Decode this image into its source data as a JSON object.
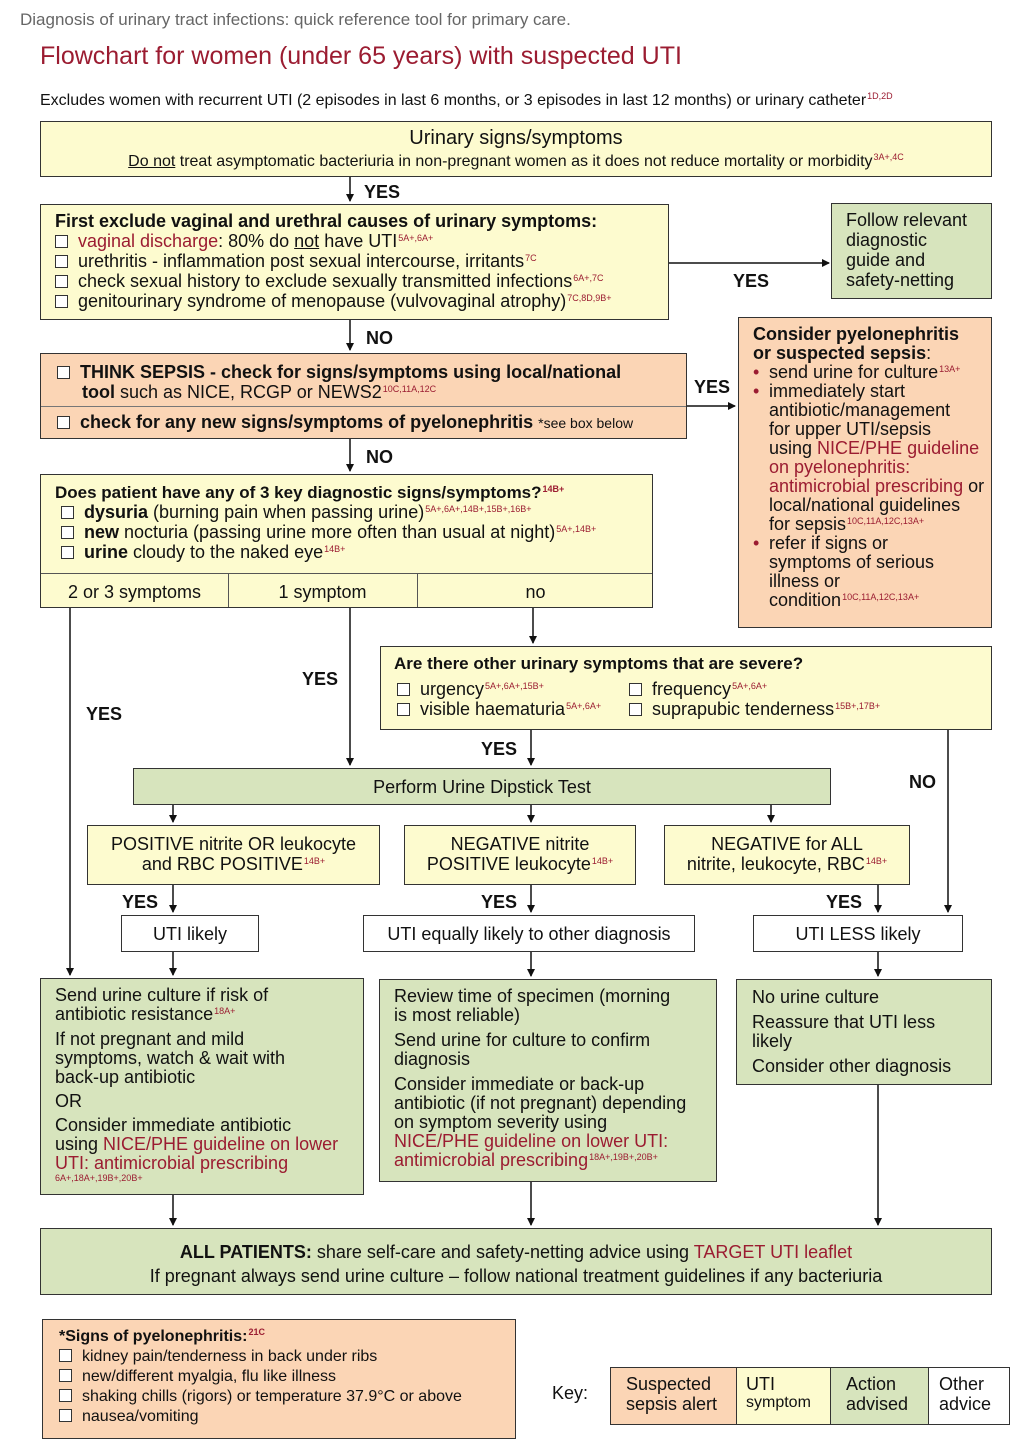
{
  "header": {
    "doc_title": "Diagnosis of urinary tract infections: quick reference tool for primary care.",
    "main_title": "Flowchart for women (under 65 years) with suspected UTI",
    "excludes_note": "Excludes women with recurrent UTI (2 episodes in last 6 months, or 3 episodes in last 12 months) or urinary catheter",
    "excludes_ref": "1D,2D"
  },
  "urinary_box": {
    "title": "Urinary signs/symptoms",
    "do_not": "Do not",
    "rest": " treat asymptomatic bacteriuria in non-pregnant women as it does not reduce mortality or morbidity",
    "ref": "3A+,4C"
  },
  "exclude_box": {
    "title": "First exclude vaginal and urethral causes of urinary symptoms:",
    "item1_red": "vaginal discharge",
    "item1_a": ": 80% do ",
    "item1_not": "not",
    "item1_b": " have UTI",
    "item1_ref": "5A+,6A+",
    "item2": "urethritis - inflammation post sexual intercourse, irritants",
    "item2_ref": "7C",
    "item3": "check sexual history to exclude sexually transmitted infections",
    "item3_ref": "6A+,7C",
    "item4": "genitourinary syndrome of menopause (vulvovaginal atrophy)",
    "item4_ref": "7C,8D,9B+"
  },
  "follow_box": {
    "text1": "Follow relevant",
    "text2": "diagnostic",
    "text3": "guide and",
    "text4": "safety-netting"
  },
  "sepsis_box": {
    "b1": "THINK SEPSIS - check for signs/symptoms using local/national",
    "b2a": "tool",
    "b2b": " such as NICE, RCGP or NEWS2",
    "b2_ref": "10C,11A,12C",
    "c1": "check for any new signs/symptoms of pyelonephritis",
    "c1_note": "*see box below"
  },
  "pyelo_box": {
    "t1": "Consider pyelonephritis",
    "t2a": "or suspected sepsis",
    "t2b": ":",
    "i1": "send urine for culture",
    "i1_ref": "13A+",
    "i2a": "immediately start",
    "i2b": "antibiotic/management",
    "i2c": "for upper UTI/sepsis",
    "i2d": "using ",
    "i2e": "NICE/PHE guideline",
    "i2f": "on pyelonephritis:",
    "i2g": "antimicrobial prescribing",
    "i2h": " or",
    "i2i": "local/national guidelines",
    "i2j": "for sepsis",
    "i2_ref": "10C,11A,12C,13A+",
    "i3a": "refer if signs or",
    "i3b": "symptoms of serious",
    "i3c": "illness or",
    "i3d": "condition",
    "i3_ref": "10C,11A,12C,13A+"
  },
  "key_box": {
    "title": "Does patient have any of 3 key diagnostic signs/symptoms?",
    "title_ref": "14B+",
    "k1b": "dysuria",
    "k1": " (burning pain when passing urine)",
    "k1_ref": "5A+,6A+,14B+,15B+,16B+",
    "k2b": "new",
    "k2": " nocturia (passing urine more often than usual at night)",
    "k2_ref": "5A+,14B+",
    "k3b": "urine",
    "k3": " cloudy to the naked eye",
    "k3_ref": "14B+",
    "opt1": "2 or 3 symptoms",
    "opt2": "1 symptom",
    "opt3": "no"
  },
  "severe_box": {
    "title": "Are there other urinary symptoms that are severe?",
    "s1": "urgency",
    "s1_ref": "5A+,6A+,15B+",
    "s2": "frequency",
    "s2_ref": "5A+,6A+",
    "s3": "visible haematuria",
    "s3_ref": "5A+,6A+",
    "s4": "suprapubic tenderness",
    "s4_ref": "15B+,17B+"
  },
  "dipstick": {
    "label": "Perform Urine Dipstick Test"
  },
  "results": {
    "r1a": "POSITIVE nitrite OR leukocyte",
    "r1b": "and RBC POSITIVE",
    "r1_ref": "14B+",
    "r2a": "NEGATIVE nitrite",
    "r2b": "POSITIVE leukocyte",
    "r2_ref": "14B+",
    "r3a": "NEGATIVE for ALL",
    "r3b": "nitrite, leukocyte, RBC",
    "r3_ref": "14B+"
  },
  "likelihood": {
    "l1": "UTI likely",
    "l2": "UTI equally likely to other diagnosis",
    "l3": "UTI LESS likely"
  },
  "action1": {
    "a1": "Send urine culture if risk of",
    "a2": "antibiotic resistance",
    "a2_ref": "18A+",
    "b1": "If not pregnant and mild",
    "b2": "symptoms, watch & wait with",
    "b3": "back-up antibiotic",
    "or": "OR",
    "c1": "Consider immediate antibiotic",
    "c2a": "using ",
    "c2b": "NICE/PHE guideline on lower",
    "c3": "UTI: antimicrobial prescribing",
    "c_ref": "6A+,18A+,19B+,20B+"
  },
  "action2": {
    "a1": "Review time of specimen (morning",
    "a2": "is most reliable)",
    "b1": "Send urine for culture to confirm",
    "b2": "diagnosis",
    "c1": "Consider immediate or back-up",
    "c2": "antibiotic (if not pregnant) depending",
    "c3": "on symptom severity using",
    "c4": "NICE/PHE guideline on lower UTI:",
    "c5": "antimicrobial prescribing",
    "c_ref": "18A+,19B+,20B+"
  },
  "action3": {
    "a": "No urine culture",
    "b1": "Reassure that UTI less",
    "b2": "likely",
    "c": "Consider other diagnosis"
  },
  "all_patients": {
    "bold": "ALL PATIENTS:",
    "l1": " share self-care and safety-netting advice using ",
    "link": "TARGET UTI leaflet",
    "l2": "If pregnant always send urine culture – follow national treatment guidelines if any bacteriuria"
  },
  "pyelo_signs": {
    "title": "Signs of pyelonephritis:",
    "title_star": "*",
    "title_ref": "21C",
    "p1": "kidney pain/tenderness in back under ribs",
    "p2": "new/different myalgia, flu like illness",
    "p3": "shaking chills (rigors) or temperature 37.9°C or above",
    "p4": "nausea/vomiting"
  },
  "key_legend": {
    "label": "Key:",
    "k1a": "Suspected",
    "k1b": "sepsis alert",
    "k2a": "UTI",
    "k2b": "symptom",
    "k3a": "Action",
    "k3b": "advised",
    "k4a": "Other",
    "k4b": "advice"
  },
  "flow_labels": {
    "yes": "YES",
    "no": "NO"
  },
  "colors": {
    "title_red": "#9b1c31",
    "yellow": "#fdfbcf",
    "green": "#d7e4bd",
    "peach": "#fbd5b5"
  }
}
